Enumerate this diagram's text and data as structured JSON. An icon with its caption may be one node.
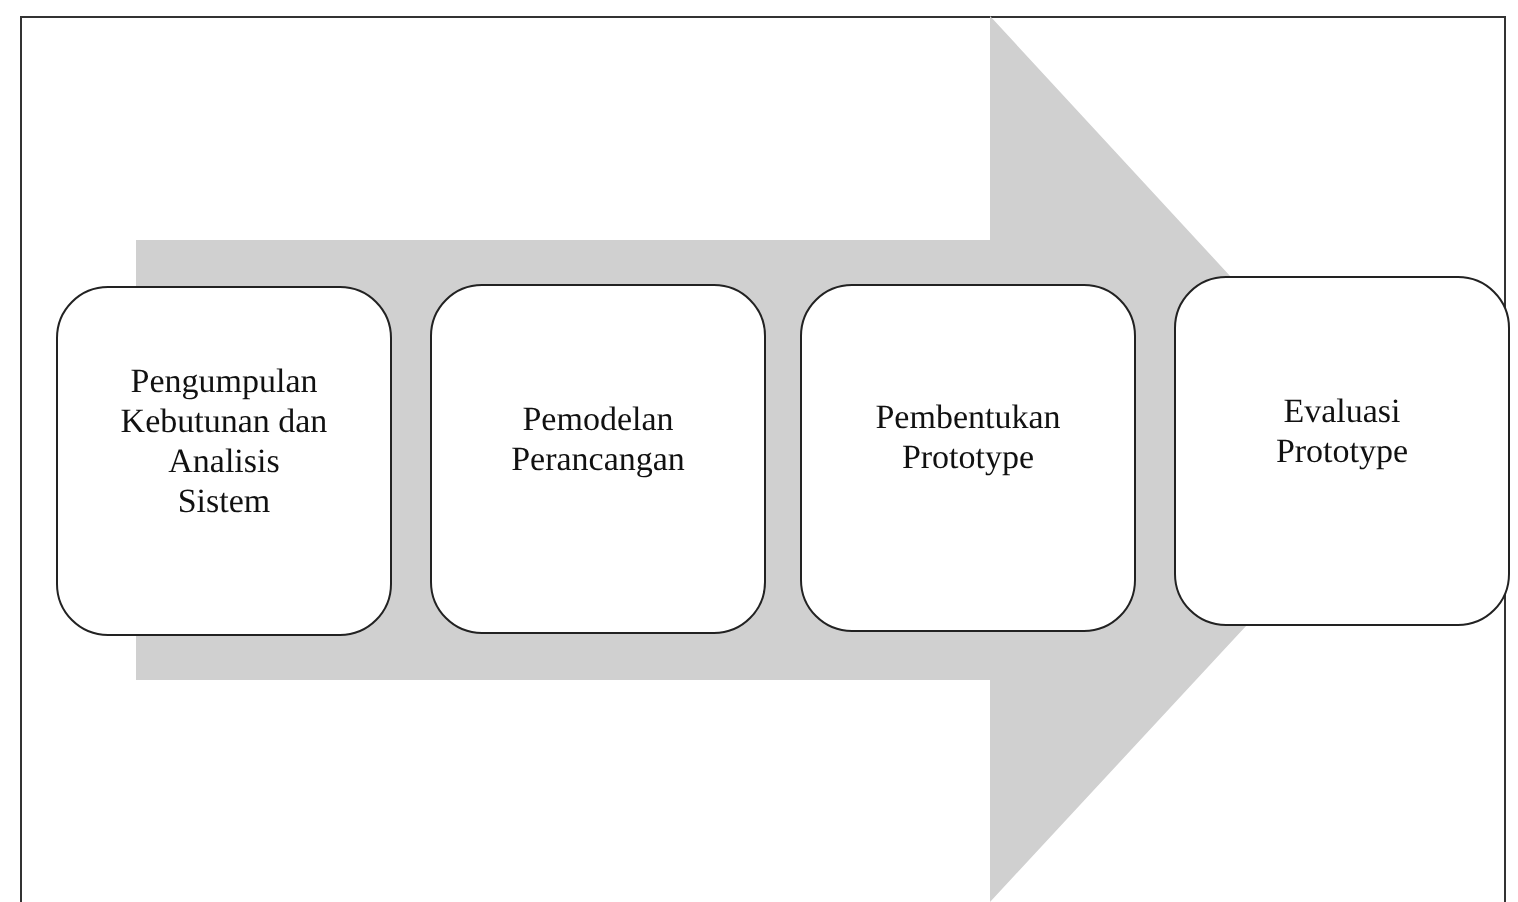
{
  "diagram": {
    "nodes": [
      {
        "text": [
          "Pengumpulan Kebutunan dan Analisis Sistem"
        ]
      },
      {
        "text": [
          "Pemodelan Perancangan"
        ]
      },
      {
        "text": [
          "Pembentukan Prototype"
        ]
      },
      {
        "text": [
          "Evaluasi Prototype"
        ]
      }
    ],
    "edges": [
      {
        "from": 0,
        "to": 3,
        "arrow": "to"
      }
    ]
  }
}
